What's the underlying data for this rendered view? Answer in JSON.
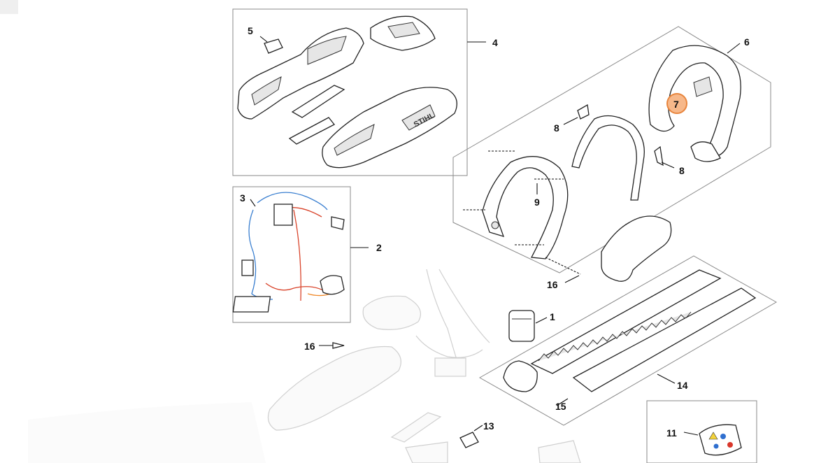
{
  "callouts": [
    {
      "id": "1",
      "label": "1"
    },
    {
      "id": "2",
      "label": "2"
    },
    {
      "id": "3",
      "label": "3"
    },
    {
      "id": "4",
      "label": "4"
    },
    {
      "id": "5",
      "label": "5"
    },
    {
      "id": "6",
      "label": "6"
    },
    {
      "id": "7",
      "label": "7",
      "highlighted": true
    },
    {
      "id": "8a",
      "label": "8"
    },
    {
      "id": "8b",
      "label": "8"
    },
    {
      "id": "9",
      "label": "9"
    },
    {
      "id": "11",
      "label": "11"
    },
    {
      "id": "13",
      "label": "13"
    },
    {
      "id": "14",
      "label": "14"
    },
    {
      "id": "15",
      "label": "15"
    },
    {
      "id": "16a",
      "label": "16"
    },
    {
      "id": "16b",
      "label": "16"
    }
  ],
  "housing_brand": "STIHL",
  "colors": {
    "highlight_fill": "#f7b88a",
    "highlight_stroke": "#e8853d",
    "wire_blue": "#3a7fd0",
    "wire_red": "#d9442b",
    "wire_orange": "#f08a2b",
    "decal_blue": "#2f6fcf",
    "decal_yellow": "#f3d23a",
    "decal_red": "#d9372b"
  },
  "icons": [
    "highlight-circle-icon",
    "warning-triangle-icon",
    "hand-guard-icon",
    "prohibition-icon"
  ]
}
